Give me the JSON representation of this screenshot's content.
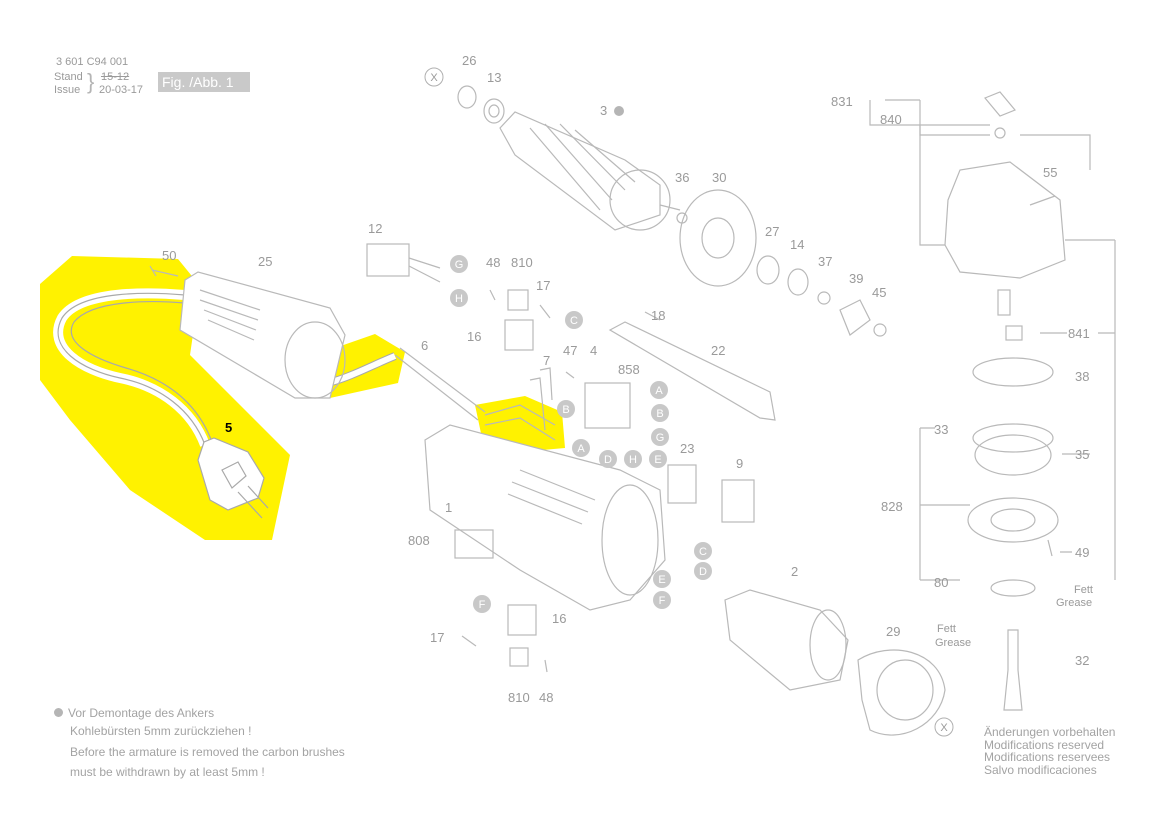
{
  "header": {
    "doc_number": "3 601 C94 001",
    "stand_label": "Stand",
    "issue_label": "Issue",
    "stand_value": "15-12",
    "issue_value": "20-03-17",
    "figure_label": "Fig. /Abb. 1"
  },
  "highlight_color": "#fff200",
  "highlighted_part": "5",
  "part_numbers": [
    "26",
    "13",
    "3",
    "36",
    "30",
    "27",
    "14",
    "37",
    "39",
    "45",
    "12",
    "48",
    "810",
    "17",
    "16",
    "50",
    "25",
    "5",
    "6",
    "7",
    "47",
    "4",
    "858",
    "18",
    "22",
    "23",
    "9",
    "1",
    "808",
    "2",
    "29",
    "831",
    "840",
    "55",
    "841",
    "38",
    "33",
    "35",
    "828",
    "49",
    "80",
    "32"
  ],
  "connector_letters": [
    "A",
    "B",
    "C",
    "D",
    "E",
    "F",
    "G",
    "H",
    "X"
  ],
  "grease_label_right": [
    "Fett",
    "Grease"
  ],
  "grease_label_left": [
    "Fett",
    "Grease"
  ],
  "footnote": {
    "line1": "Vor Demontage des Ankers",
    "line2": "Kohlebürsten 5mm zurückziehen !",
    "line3": "Before the armature is removed the carbon brushes",
    "line4": "must be withdrawn by at least 5mm !"
  },
  "modifications": [
    "Änderungen vorbehalten",
    "Modifications reserved",
    "Modifications reservees",
    "Salvo modificaciones"
  ]
}
